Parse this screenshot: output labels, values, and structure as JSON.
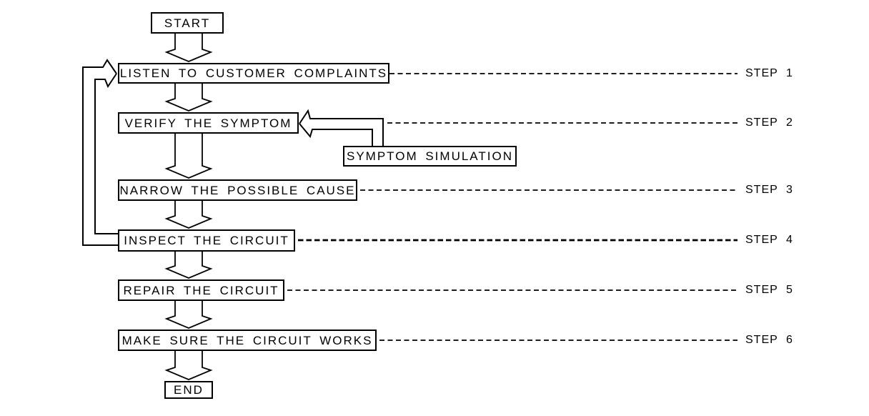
{
  "diagram": {
    "type": "flowchart",
    "background_color": "#ffffff",
    "line_color": "#000000",
    "box_fill_color": "#ffffff",
    "nodes": {
      "start": "START",
      "listen": "LISTEN TO CUSTOMER COMPLAINTS",
      "verify": "VERIFY THE SYMPTOM",
      "symptom_simulation": "SYMPTOM SIMULATION",
      "narrow": "NARROW THE POSSIBLE CAUSE",
      "inspect": "INSPECT THE CIRCUIT",
      "repair": "REPAIR THE CIRCUIT",
      "make_sure": "MAKE SURE THE CIRCUIT WORKS",
      "end": "END"
    },
    "steps": [
      {
        "label": "STEP 1",
        "target": "LISTEN TO CUSTOMER COMPLAINTS"
      },
      {
        "label": "STEP 2",
        "target": "VERIFY THE SYMPTOM"
      },
      {
        "label": "STEP 3",
        "target": "NARROW THE POSSIBLE CAUSE"
      },
      {
        "label": "STEP 4",
        "target": "INSPECT THE CIRCUIT"
      },
      {
        "label": "STEP 5",
        "target": "REPAIR THE CIRCUIT"
      },
      {
        "label": "STEP 6",
        "target": "MAKE SURE THE CIRCUIT WORKS"
      }
    ],
    "connections": [
      "START -> LISTEN TO CUSTOMER COMPLAINTS",
      "LISTEN TO CUSTOMER COMPLAINTS -> VERIFY THE SYMPTOM",
      "SYMPTOM SIMULATION -> VERIFY THE SYMPTOM",
      "VERIFY THE SYMPTOM -> NARROW THE POSSIBLE CAUSE",
      "NARROW THE POSSIBLE CAUSE -> INSPECT THE CIRCUIT",
      "INSPECT THE CIRCUIT -> REPAIR THE CIRCUIT",
      "INSPECT THE CIRCUIT -> LISTEN TO CUSTOMER COMPLAINTS (feedback loop)",
      "REPAIR THE CIRCUIT -> MAKE SURE THE CIRCUIT WORKS",
      "MAKE SURE THE CIRCUIT WORKS -> END"
    ]
  }
}
